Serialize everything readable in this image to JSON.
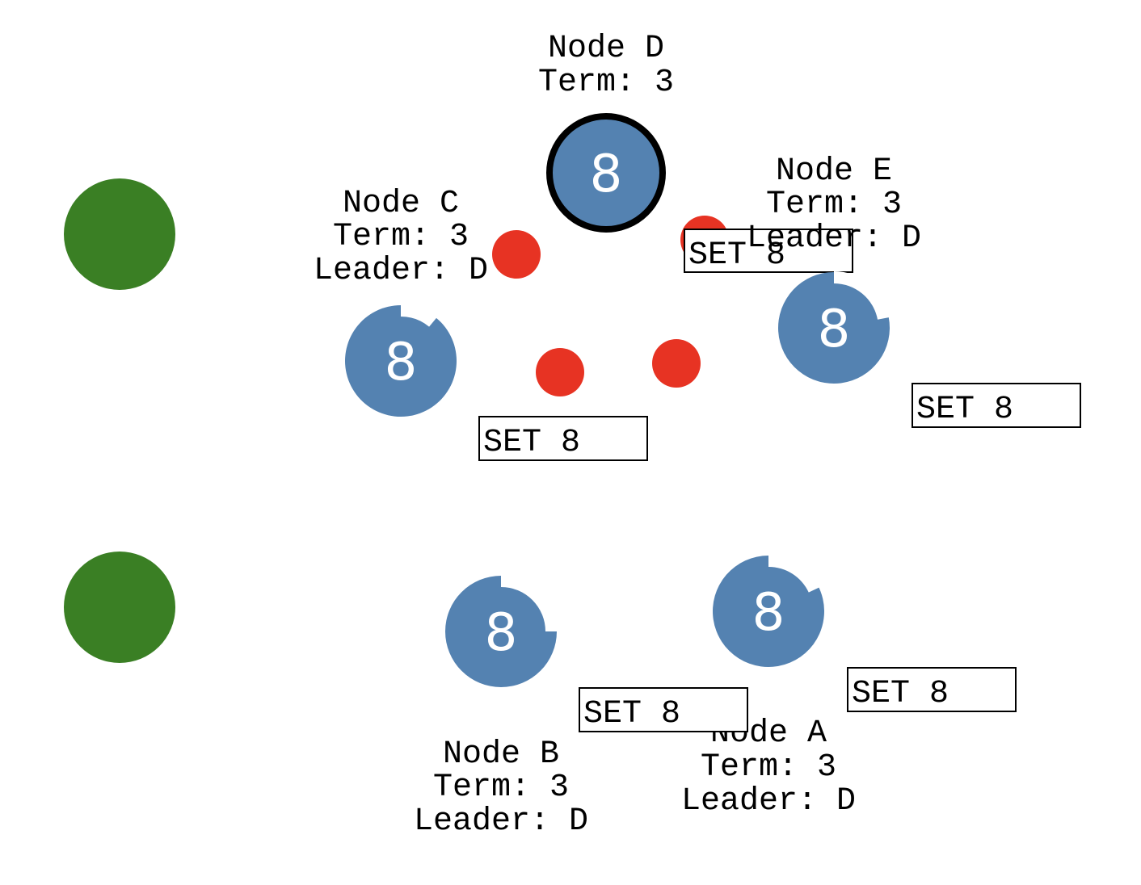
{
  "title": "Raft consensus cluster visualization",
  "colors": {
    "node_fill": "#5482b1",
    "leader_ring": "#000000",
    "message_fill": "#e73323",
    "client_fill": "#3a7f24",
    "value_text": "#ffffff",
    "label_text": "#000000",
    "box_border": "#000000",
    "box_fill": "#ffffff"
  },
  "clients": [
    {
      "id": "client-1"
    },
    {
      "id": "client-2"
    }
  ],
  "nodes": [
    {
      "id": "D",
      "name_label": "Node D",
      "term_label": "Term: 3",
      "leader_label": "",
      "value": "8",
      "role": "leader",
      "timeout_elapsed": 0
    },
    {
      "id": "E",
      "name_label": "Node E",
      "term_label": "Term: 3",
      "leader_label": "Leader: D",
      "value": "8",
      "role": "follower",
      "timeout_elapsed": 0.22
    },
    {
      "id": "C",
      "name_label": "Node C",
      "term_label": "Term: 3",
      "leader_label": "Leader: D",
      "value": "8",
      "role": "follower",
      "timeout_elapsed": 0.11
    },
    {
      "id": "B",
      "name_label": "Node B",
      "term_label": "Term: 3",
      "leader_label": "Leader: D",
      "value": "8",
      "role": "follower",
      "timeout_elapsed": 0.25
    },
    {
      "id": "A",
      "name_label": "Node A",
      "term_label": "Term: 3",
      "leader_label": "Leader: D",
      "value": "8",
      "role": "follower",
      "timeout_elapsed": 0.18
    }
  ],
  "messages": [
    {
      "id": "msg-to-c"
    },
    {
      "id": "msg-to-e"
    },
    {
      "id": "msg-to-b"
    },
    {
      "id": "msg-to-a"
    }
  ],
  "log_entries": [
    {
      "node": "E",
      "text": "SET 8"
    },
    {
      "node": "C",
      "text": "SET 8"
    },
    {
      "node": "E-right",
      "text": "SET 8"
    },
    {
      "node": "B",
      "text": "SET 8"
    },
    {
      "node": "A",
      "text": "SET 8"
    }
  ]
}
